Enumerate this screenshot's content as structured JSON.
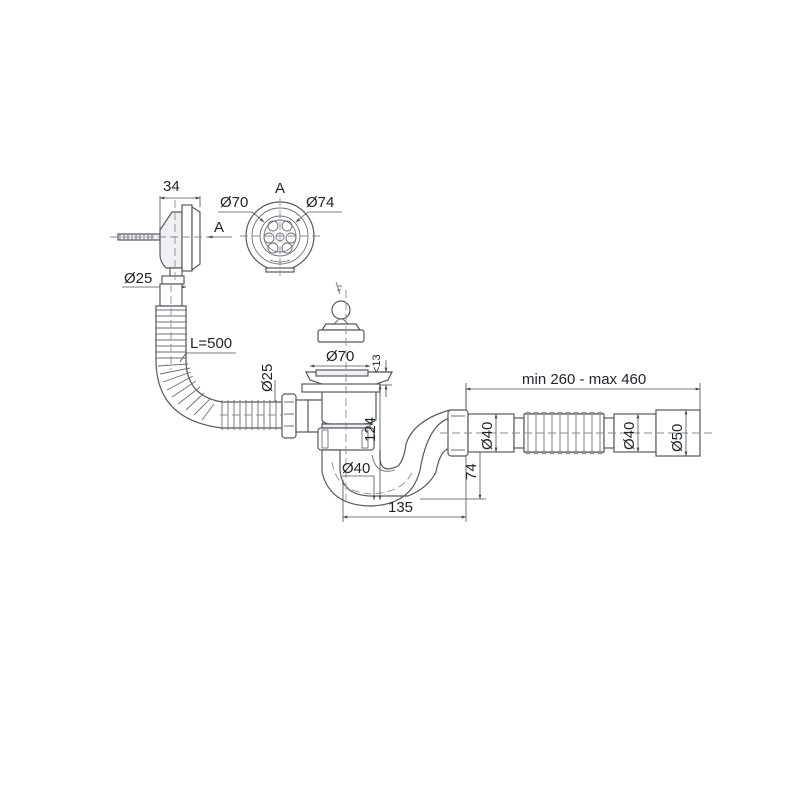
{
  "diagram": {
    "type": "technical-drawing",
    "subject": "bath drain siphon with overflow",
    "colors": {
      "line": "#555a60",
      "text": "#1e2328",
      "background": "#ffffff"
    },
    "overflow": {
      "width_label": "34",
      "outlet_diameter_label": "Ø25",
      "view_arrow_label": "A"
    },
    "view_a": {
      "title": "A",
      "inner_diameter_label": "Ø70",
      "outer_diameter_label": "Ø74"
    },
    "flexible_hose": {
      "length_label": "L=500",
      "connection_diameter_label": "Ø25"
    },
    "drain": {
      "plug_diameter_label": "Ø70",
      "flange_height_label": "<13",
      "height_label": "124"
    },
    "trap": {
      "diameter_label": "Ø40",
      "width_label": "135",
      "offset_label": "74"
    },
    "outlet_pipe": {
      "length_label": "min 260 - max 460",
      "inlet_diameter_label": "Ø40",
      "mid_diameter_label": "Ø40",
      "end_diameter_label": "Ø50"
    }
  }
}
